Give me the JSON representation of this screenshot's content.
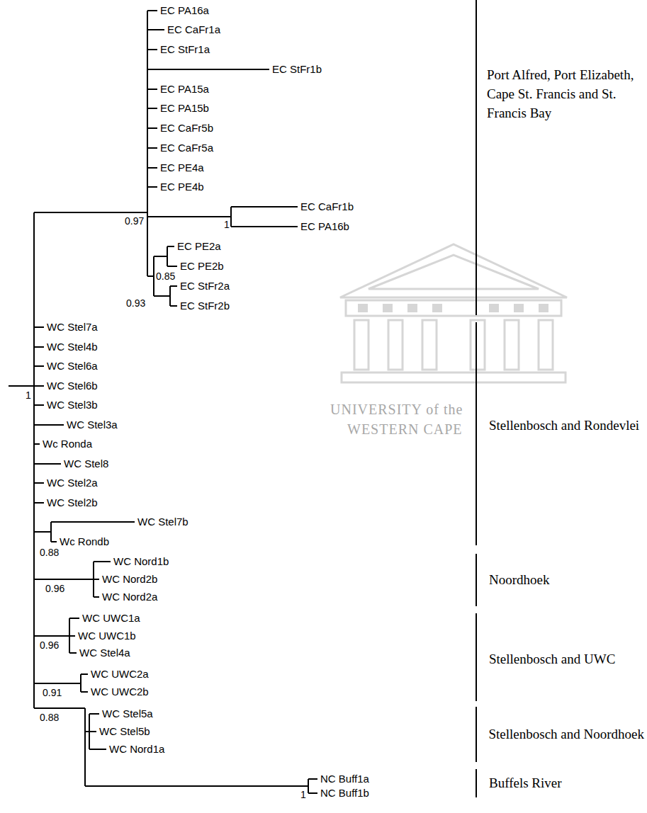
{
  "diagram": {
    "labels": [
      "EC PA16a",
      "EC CaFr1a",
      "EC StFr1a",
      "EC StFr1b",
      "EC PA15a",
      "EC PA15b",
      "EC CaFr5b",
      "EC CaFr5a",
      "EC PE4a",
      "EC PE4b",
      "EC CaFr1b",
      "EC PA16b",
      "EC PE2a",
      "EC PE2b",
      "EC StFr2a",
      "EC StFr2b",
      "WC Stel7a",
      "WC Stel4b",
      "WC Stel6a",
      "WC Stel6b",
      "WC Stel3b",
      "WC Stel3a",
      "Wc Ronda",
      "WC Stel8",
      "WC Stel2a",
      "WC Stel2b",
      "WC Stel7b",
      "Wc Rondb",
      "WC Nord1b",
      "WC Nord2b",
      "WC Nord2a",
      "WC UWC1a",
      "WC UWC1b",
      "WC Stel4a",
      "WC UWC2a",
      "WC UWC2b",
      "WC Stel5a",
      "WC Stel5b",
      "WC Nord1a",
      "NC Buff1a",
      "NC Buff1b",
      "0.97",
      "1",
      "0.85",
      "0.93",
      "1",
      "0.88",
      "0.96",
      "0.96",
      "0.91",
      "0.88",
      "1",
      "Port Alfred, Port Elizabeth, Cape St. Francis and St. Francis Bay",
      "Stellenbosch and Rondevlei",
      "Noordhoek",
      "Stellenbosch and UWC",
      "Stellenbosch and Noordhoek",
      "Buffels River",
      "UNIVERSITY of the",
      "WESTERN CAPE"
    ]
  }
}
